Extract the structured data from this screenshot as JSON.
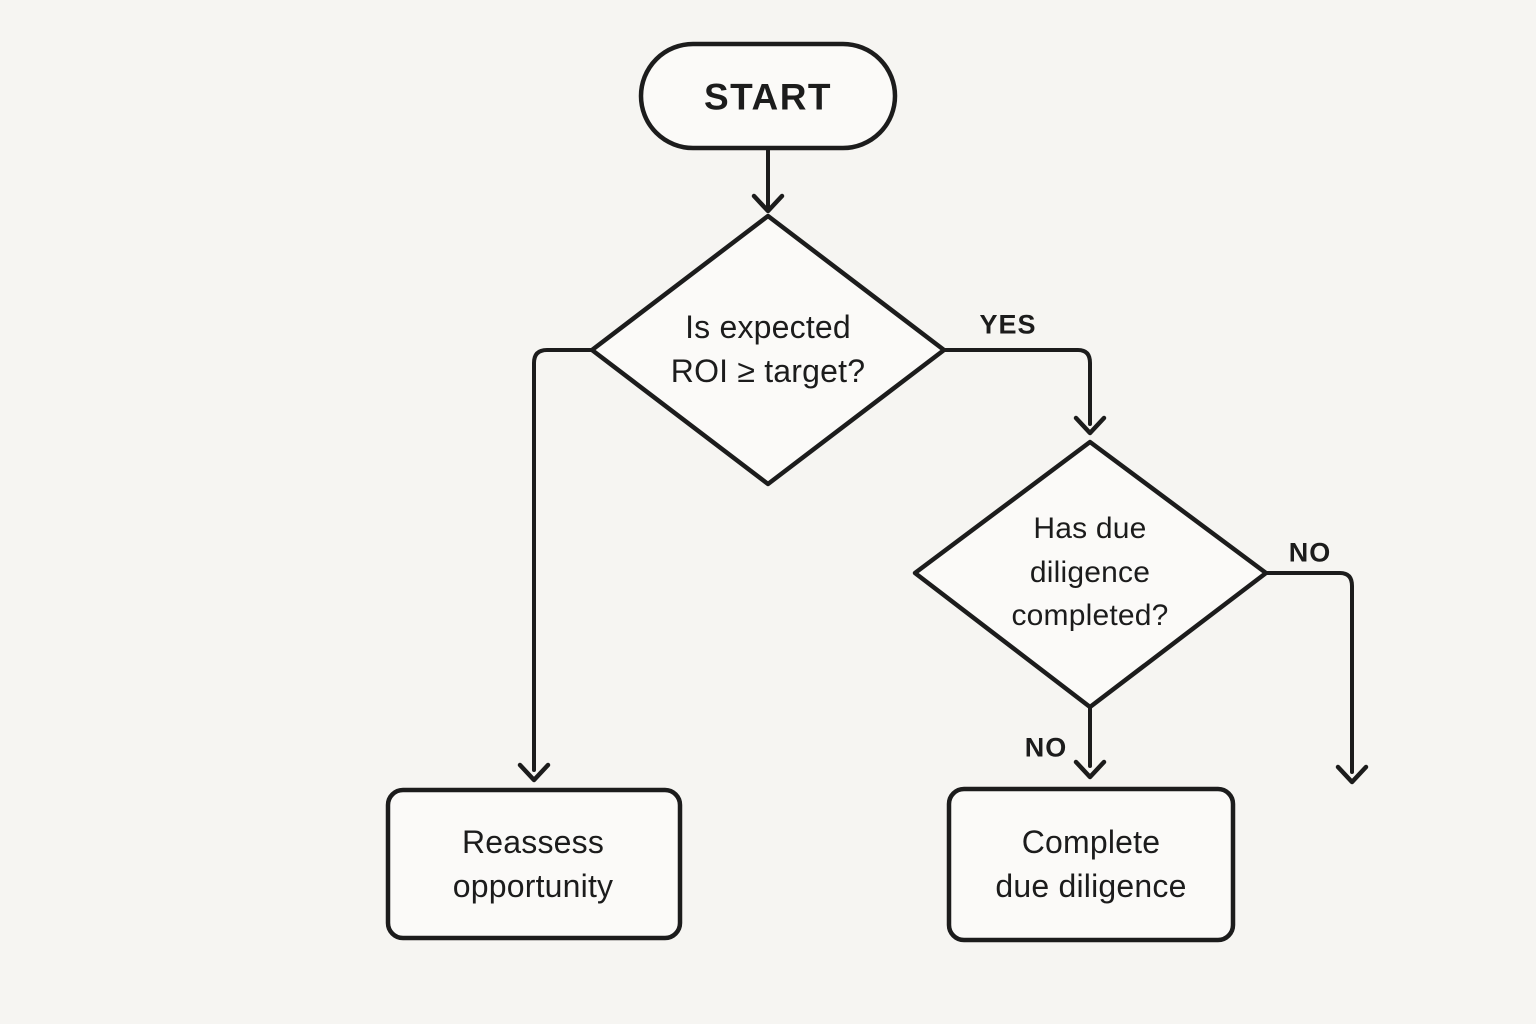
{
  "canvas": {
    "background_color": "#f6f5f2",
    "stroke_color": "#1c1c1c",
    "node_fill_color": "#fbfaf8",
    "text_color": "#1c1c1c"
  },
  "nodes": {
    "start": {
      "type": "terminator",
      "label": "START"
    },
    "decision_roi": {
      "type": "decision",
      "label": "Is expected\nROI ≥ target?"
    },
    "decision_due_diligence": {
      "type": "decision",
      "label": "Has due\ndiligence\ncompleted?"
    },
    "reassess": {
      "type": "process",
      "label": "Reassess\nopportunity"
    },
    "complete_due_diligence": {
      "type": "process",
      "label": "Complete\ndue diligence"
    }
  },
  "edges": {
    "start_to_roi": {
      "label": ""
    },
    "roi_yes": {
      "label": "YES"
    },
    "roi_left": {
      "label": ""
    },
    "dd_no_down": {
      "label": "NO"
    },
    "dd_no_right": {
      "label": "NO"
    }
  }
}
